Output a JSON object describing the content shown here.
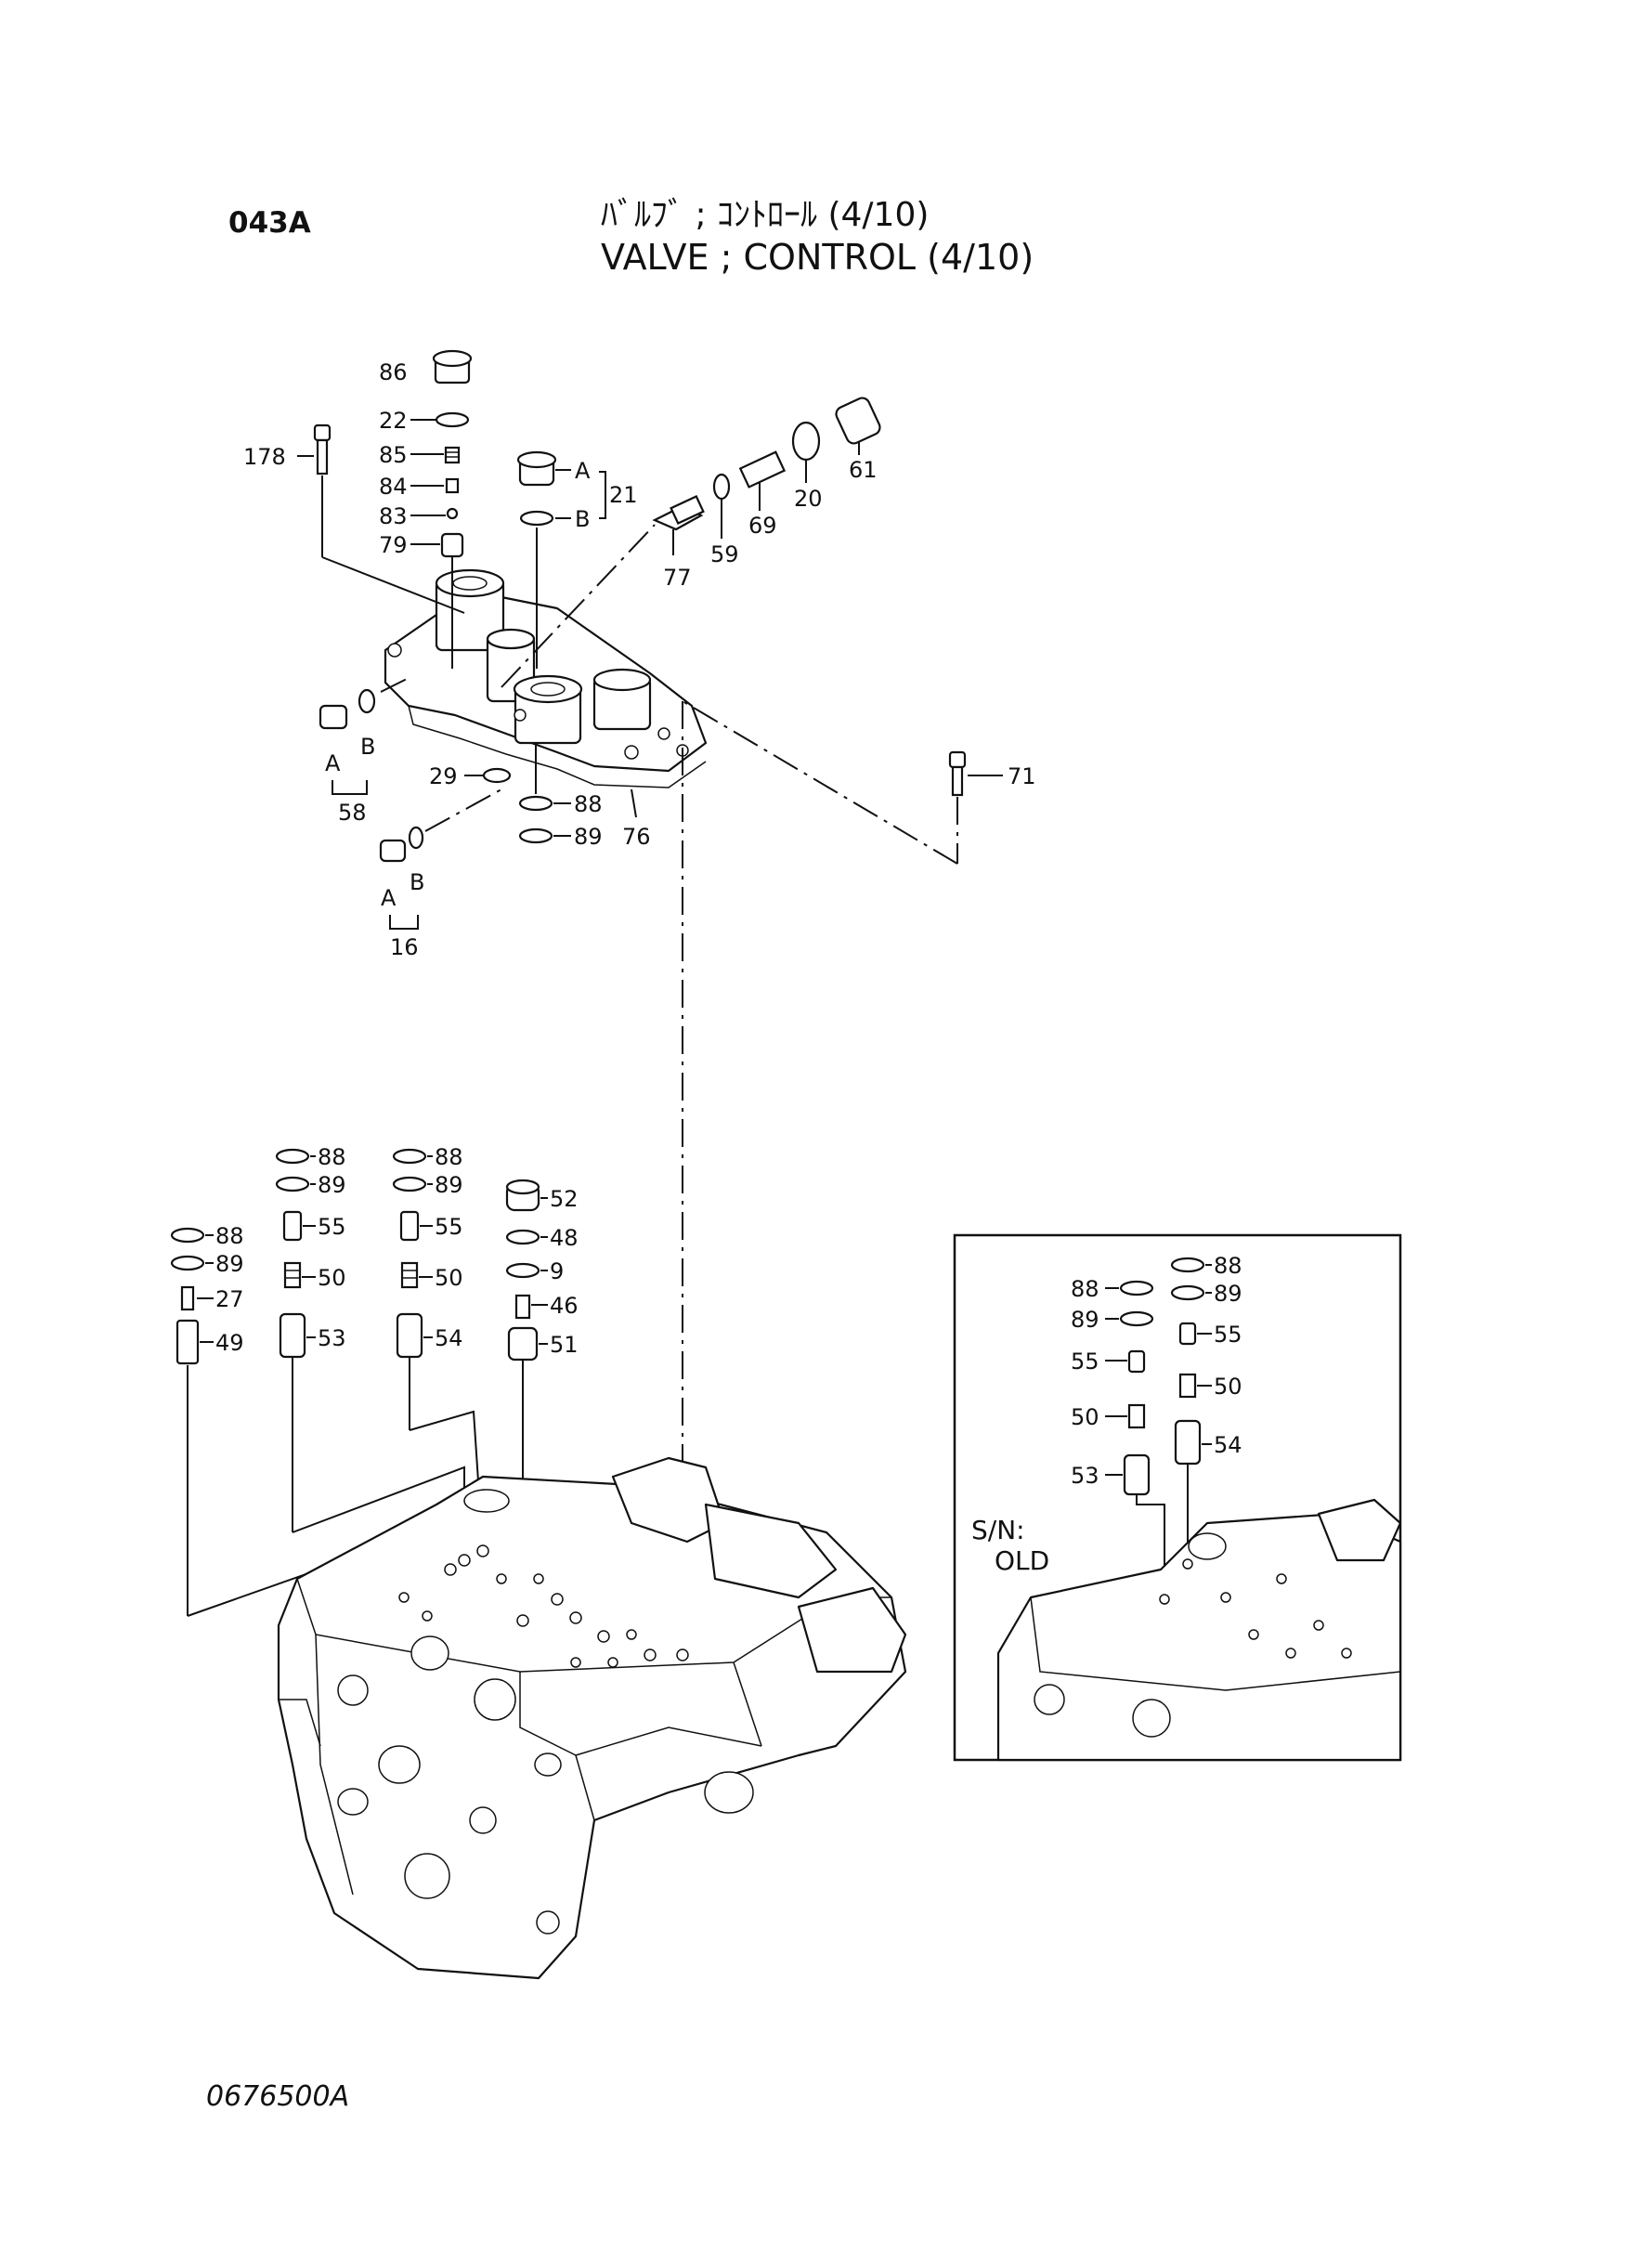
{
  "header": {
    "page_code": "043A",
    "title_jp": "ﾊﾞﾙﾌﾞ ; ｺﾝﾄﾛｰﾙ (4/10)",
    "title_en": "VALVE ; CONTROL (4/10)"
  },
  "footer": {
    "figure_number": "0676500A"
  },
  "inset": {
    "serial_note_line1": "S/N:",
    "serial_note_line2": "OLD"
  },
  "callouts": {
    "p86": "86",
    "p22": "22",
    "p178": "178",
    "p85": "85",
    "p84": "84",
    "p83": "83",
    "p79": "79",
    "p21": "21",
    "p21a": "A",
    "p21b": "B",
    "p77": "77",
    "p59": "59",
    "p69": "69",
    "p20": "20",
    "p61": "61",
    "p58": "58",
    "p58a": "A",
    "p58b": "B",
    "p29": "29",
    "p88top": "88",
    "p89top": "89",
    "p76": "76",
    "p71": "71",
    "p16": "16",
    "p16a": "A",
    "p16b": "B",
    "c1_88": "88",
    "c1_89": "89",
    "c1_27": "27",
    "c1_49": "49",
    "c2_88": "88",
    "c2_89": "89",
    "c2_55": "55",
    "c2_50": "50",
    "c2_53": "53",
    "c3_88": "88",
    "c3_89": "89",
    "c3_55": "55",
    "c3_50": "50",
    "c3_54": "54",
    "c4_52": "52",
    "c4_48": "48",
    "c4_9": "9",
    "c4_46": "46",
    "c4_51": "51",
    "i_88a": "88",
    "i_89a": "89",
    "i_55a": "55",
    "i_50a": "50",
    "i_53": "53",
    "i_88b": "88",
    "i_89b": "89",
    "i_55b": "55",
    "i_50b": "50",
    "i_54": "54"
  }
}
